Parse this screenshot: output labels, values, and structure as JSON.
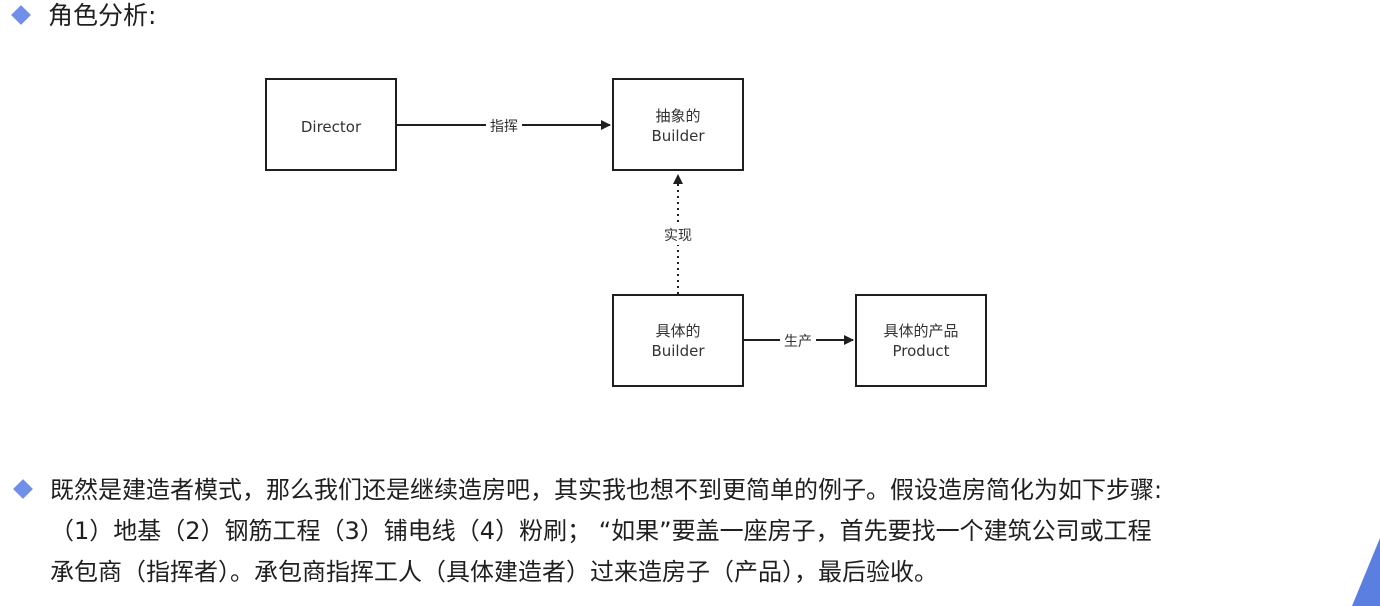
{
  "heading": "角色分析:",
  "diagram": {
    "nodes": {
      "director": {
        "lines": [
          "Director"
        ]
      },
      "abstract_builder": {
        "lines": [
          "抽象的",
          "Builder"
        ]
      },
      "concrete_builder": {
        "lines": [
          "具体的",
          "Builder"
        ]
      },
      "product": {
        "lines": [
          "具体的产品",
          "Product"
        ]
      }
    },
    "edges": {
      "director_to_builder": "指挥",
      "implements": "实现",
      "produces": "生产"
    }
  },
  "paragraph": {
    "lines": [
      "既然是建造者模式，那么我们还是继续造房吧，其实我也想不到更简单的例子。假设造房简化为如下步骤:",
      "（1）地基（2）钢筋工程（3）铺电线（4）粉刷；  “如果”要盖一座房子，首先要找一个建筑公司或工程",
      "承包商（指挥者）。承包商指挥工人（具体建造者）过来造房子（产品），最后验收。"
    ]
  },
  "colors": {
    "bullet": "#6f8fe8",
    "corner": "#5b7fe0"
  }
}
